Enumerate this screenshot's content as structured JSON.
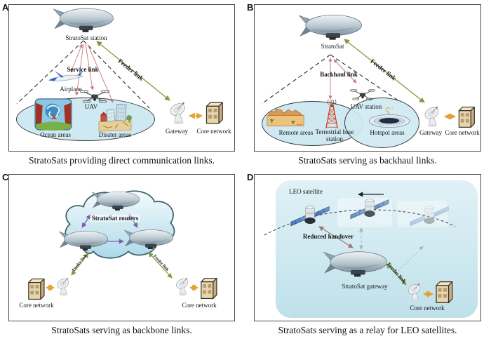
{
  "figure": {
    "type": "four-panel concept diagram of stratospheric satellite (StratoSat) network roles"
  },
  "colors": {
    "service_link": "#c87878",
    "feeder_link": "#7f9c3c",
    "core_link": "#e8a030",
    "router_link": "#7a5ca8",
    "handover_link": "#a07474",
    "area_fill": "#cfe9f2",
    "panel_border": "#4a4a4a"
  },
  "icons": {
    "airship": "stratospheric airship / blimp",
    "satellite_dish": "gateway ground dish antenna",
    "server_building": "core network cabinet",
    "drone": "quadcopter UAV",
    "airplane": "passenger airplane",
    "radio_tower": "terrestrial base station tower",
    "stadium": "hotspot stadium",
    "desert": "remote desert area",
    "ocean": "ocean area",
    "ruins": "disaster area buildings",
    "leo_satellite": "LEO satellite with solar panels",
    "cloud": "backbone network cloud"
  },
  "panels": {
    "a": {
      "letter": "A",
      "caption": "StratoSats providing direct communication links.",
      "stratosat_label": "StratoSat station",
      "service_link_label": "Service link",
      "feeder_link_label": "Feeder link",
      "airplane_label": "Airplane",
      "uav_label": "UAV",
      "ocean_label": "Ocean areas",
      "disaster_label": "Disater areas",
      "gateway_label": "Gateway",
      "core_network_label": "Core network"
    },
    "b": {
      "letter": "B",
      "caption": "StratoSats serving as backhaul links.",
      "stratosat_label": "StratoSat",
      "backhaul_link_label": "Backhaul link",
      "feeder_link_label": "Feeder link",
      "remote_label": "Remote areas",
      "base_station_line1": "Terrestrial base",
      "base_station_line2": "station",
      "uav_station_label": "UAV station",
      "hotspot_label": "Hotspot areas",
      "gateway_label": "Gateway",
      "core_network_label": "Core network"
    },
    "c": {
      "letter": "C",
      "caption": "StratoSats serving as backbone links.",
      "routers_label": "StratoSat routers",
      "feeder_link_label": "Feeder link",
      "core_network_left_label": "Core network",
      "core_network_right_label": "Core network"
    },
    "d": {
      "letter": "D",
      "caption": "StratoSats  serving as a relay for LEO satellites.",
      "leo_label": "LEO satellite",
      "handover_label": "Reduced handover",
      "stratosat_gateway_label": "StratoSat gateway",
      "feeder_link_label": "Feeder link",
      "core_network_label": "Core network"
    }
  }
}
